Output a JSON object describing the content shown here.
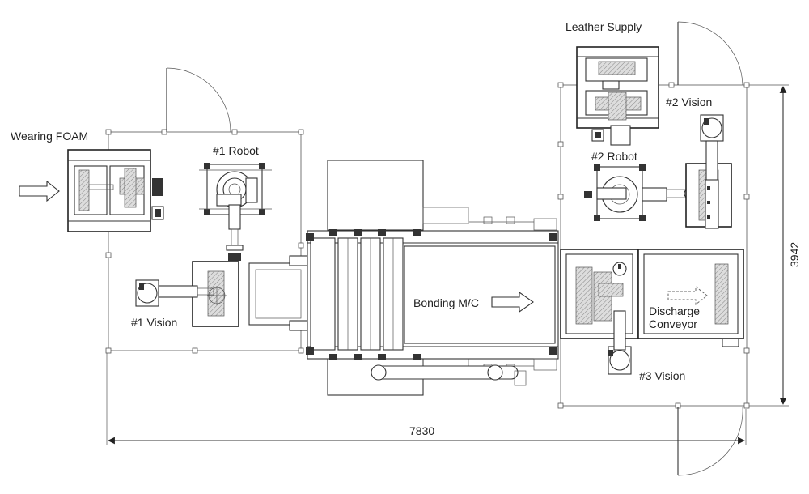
{
  "labels": {
    "wearing_foam": "Wearing FOAM",
    "robot1": "#1 Robot",
    "vision1": "#1 Vision",
    "bonding": "Bonding M/C",
    "leather_supply": "Leather Supply",
    "vision2": "#2 Vision",
    "robot2": "#2 Robot",
    "discharge_line1": "Discharge",
    "discharge_line2": "Conveyor",
    "vision3": "#3 Vision"
  },
  "dimensions": {
    "width": "7830",
    "height": "3942"
  },
  "icons": {
    "flow_arrow": "hollow-right-arrow-icon",
    "dashed_arrow": "dashed-right-arrow-icon"
  }
}
